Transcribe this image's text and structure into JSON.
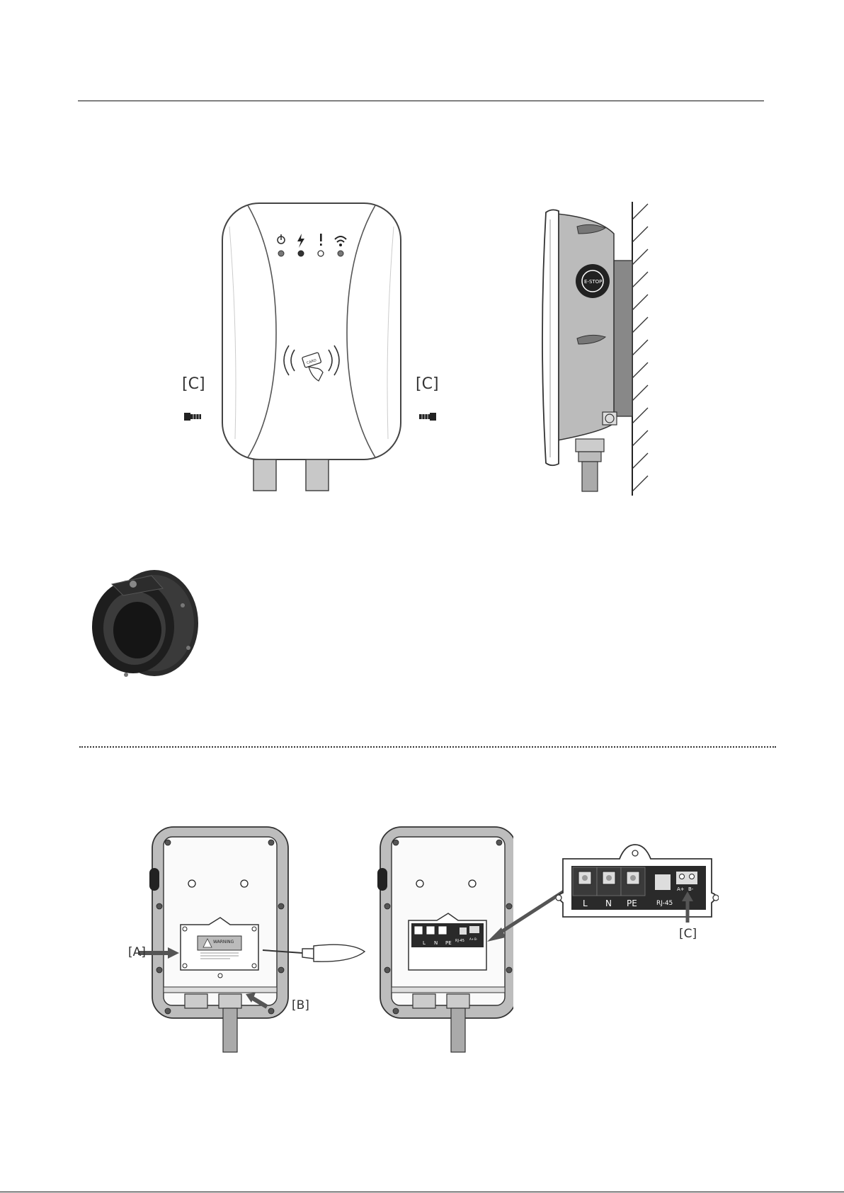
{
  "front_view": {
    "label_left": "[C]",
    "label_right": "[C]",
    "card_text": "CARD"
  },
  "side_view": {
    "estop_text": "E-STOP"
  },
  "install_left": {
    "label_a": "[A]",
    "label_b": "[B]",
    "warning_text": "WARNING"
  },
  "install_right": {
    "terminals": [
      "L",
      "N",
      "PE"
    ],
    "rj45": "RJ-45",
    "ab_a": "A+",
    "ab_b": "B-"
  },
  "terminal_detail": {
    "terminals": [
      "L",
      "N",
      "PE"
    ],
    "rj45": "RJ-45",
    "ab_a": "A+",
    "ab_b": "B-",
    "label_c": "[C]"
  }
}
